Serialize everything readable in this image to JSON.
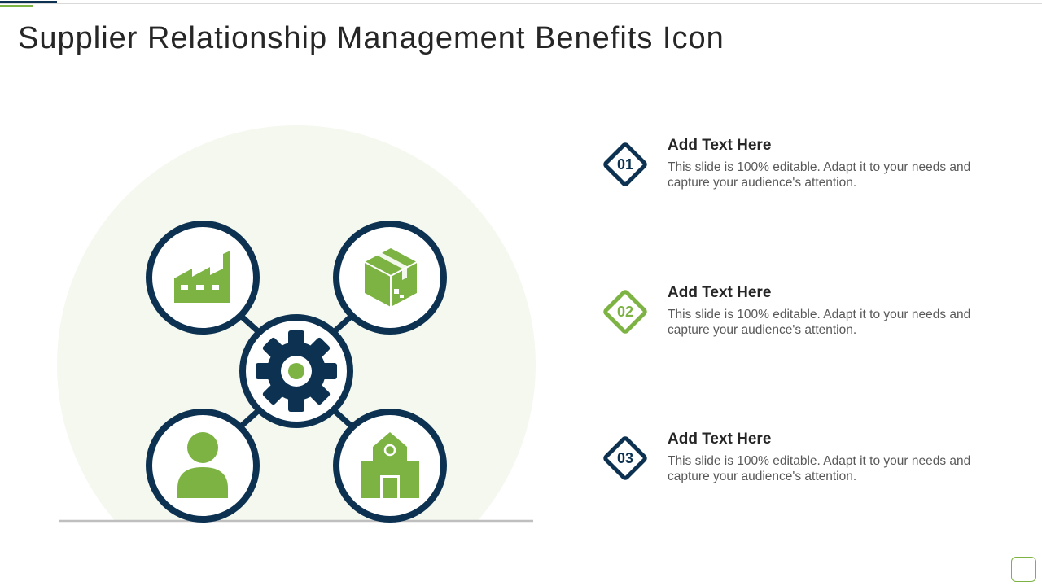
{
  "title": "Supplier Relationship Management Benefits Icon",
  "colors": {
    "navy": "#0d3251",
    "green": "#7cb342",
    "background_circle": "#f4f8ef",
    "baseline": "#bfbfbf"
  },
  "diagram": {
    "center": {
      "icon": "gear-icon"
    },
    "nodes": [
      {
        "icon": "factory-icon"
      },
      {
        "icon": "package-box-icon"
      },
      {
        "icon": "user-icon"
      },
      {
        "icon": "warehouse-icon"
      }
    ]
  },
  "items": [
    {
      "number": "01",
      "heading": "Add Text Here",
      "description": "This slide is 100% editable. Adapt it to your needs and capture your audience's attention.",
      "color": "#0d3251"
    },
    {
      "number": "02",
      "heading": "Add Text Here",
      "description": "This slide is 100% editable. Adapt it to your needs and capture your audience's attention.",
      "color": "#7cb342"
    },
    {
      "number": "03",
      "heading": "Add Text Here",
      "description": "This slide is 100% editable. Adapt it to your needs and capture your audience's attention.",
      "color": "#0d3251"
    }
  ]
}
